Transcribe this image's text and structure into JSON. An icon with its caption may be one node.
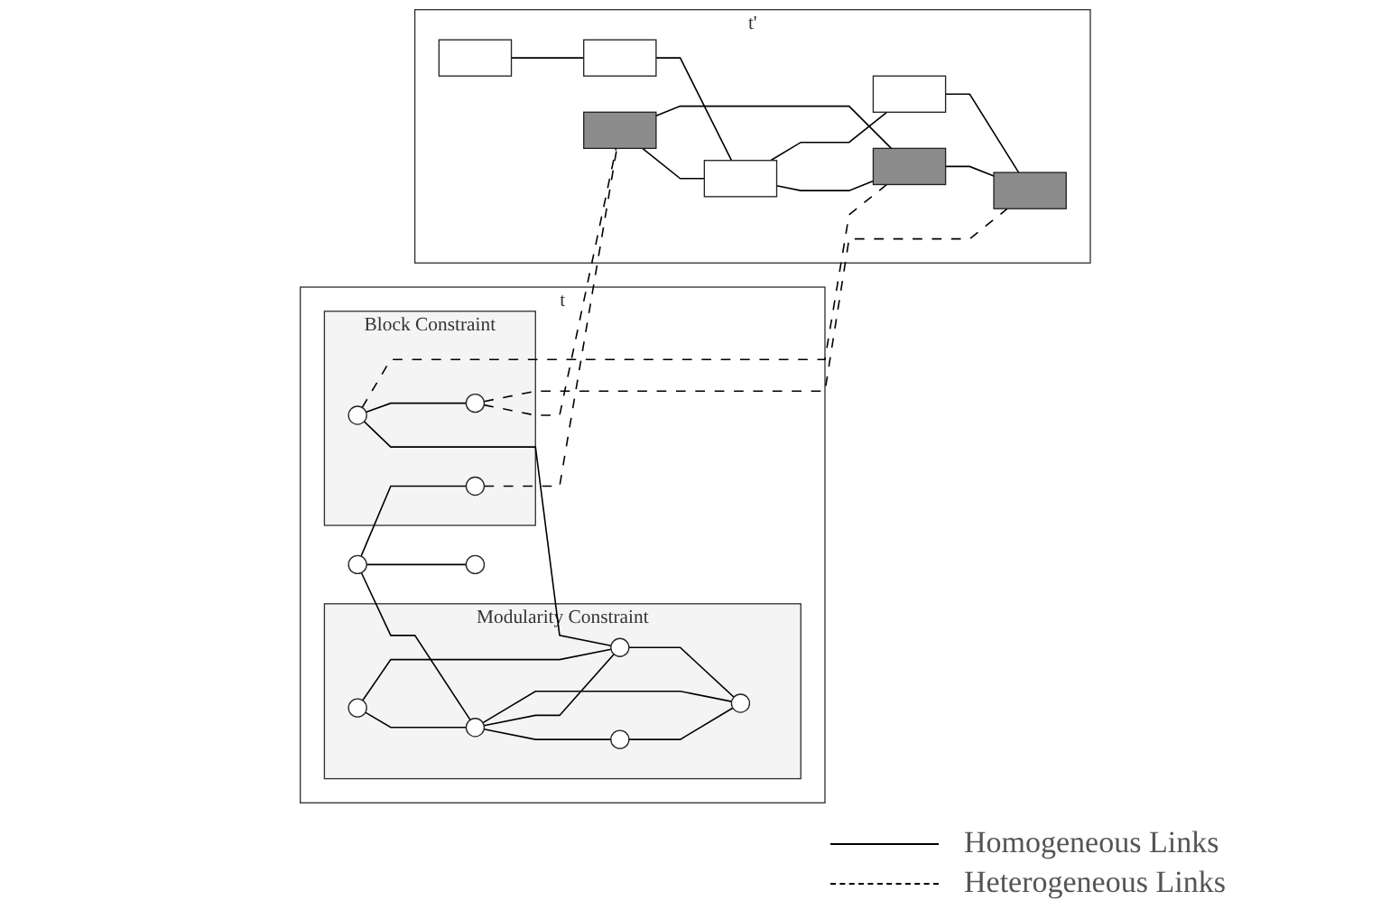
{
  "diagram": {
    "nodes": [
      {
        "text": [
          "t"
        ]
      },
      {
        "text": [
          "Modularity Constraint"
        ],
        "in": 0
      },
      {
        "text": [
          "Block Constraint"
        ],
        "in": 0
      },
      {
        "text": [],
        "shape": "circle",
        "in": 0
      },
      {
        "text": [],
        "shape": "circle",
        "in": 0
      },
      {
        "text": [],
        "shape": "circle",
        "in": 1
      },
      {
        "text": [],
        "shape": "circle",
        "in": 1
      },
      {
        "text": [],
        "shape": "circle",
        "in": 1
      },
      {
        "text": [],
        "shape": "circle",
        "in": 1
      },
      {
        "text": [],
        "shape": "circle",
        "in": 1
      },
      {
        "text": [],
        "shape": "circle",
        "in": 2
      },
      {
        "text": [],
        "shape": "circle",
        "in": 2
      },
      {
        "text": [],
        "shape": "circle",
        "in": 2
      },
      {
        "text": [
          "t'"
        ]
      },
      {
        "text": [],
        "shape": "box",
        "in": 13
      },
      {
        "text": [],
        "shape": "box",
        "in": 13
      },
      {
        "text": [],
        "shape": "box",
        "in": 13
      },
      {
        "text": [],
        "shape": "box",
        "in": 13
      },
      {
        "text": [],
        "shape": "box",
        "in": 13
      },
      {
        "text": [],
        "shape": "box",
        "in": 13
      },
      {
        "text": [],
        "shape": "box",
        "in": 13
      }
    ],
    "edges": [
      {
        "from": 3,
        "to": 4,
        "arrow": "none"
      },
      {
        "from": 3,
        "to": 6,
        "arrow": "none"
      },
      {
        "from": 3,
        "to": 10,
        "arrow": "none"
      },
      {
        "from": 5,
        "to": 6,
        "arrow": "none"
      },
      {
        "from": 5,
        "to": 8,
        "arrow": "none"
      },
      {
        "from": 6,
        "to": 7,
        "arrow": "none"
      },
      {
        "from": 6,
        "to": 8,
        "arrow": "none"
      },
      {
        "from": 6,
        "to": 9,
        "arrow": "none"
      },
      {
        "from": 7,
        "to": 9,
        "arrow": "none"
      },
      {
        "from": 8,
        "to": 9,
        "arrow": "none"
      },
      {
        "from": 11,
        "to": 8,
        "arrow": "none"
      },
      {
        "from": 11,
        "to": 12,
        "arrow": "none"
      },
      {
        "from": 14,
        "to": 15,
        "arrow": "none"
      },
      {
        "from": 15,
        "to": 17,
        "arrow": "none"
      },
      {
        "from": 16,
        "to": 17,
        "arrow": "none"
      },
      {
        "from": 16,
        "to": 18,
        "arrow": "none"
      },
      {
        "from": 17,
        "to": 18,
        "arrow": "none"
      },
      {
        "from": 17,
        "to": 19,
        "arrow": "none"
      },
      {
        "from": 18,
        "to": 20,
        "arrow": "none"
      },
      {
        "from": 19,
        "to": 20,
        "arrow": "none"
      },
      {
        "from": 10,
        "to": 16,
        "arrow": "none",
        "style": "dashed"
      },
      {
        "from": 11,
        "to": 18,
        "arrow": "none",
        "style": "dashed"
      },
      {
        "from": 12,
        "to": 16,
        "arrow": "none",
        "style": "dashed"
      },
      {
        "from": 12,
        "to": 20,
        "arrow": "none",
        "style": "dashed"
      }
    ],
    "legend": [
      {
        "text": "Homogeneous Links"
      },
      {
        "text": "Heterogeneous Links"
      }
    ]
  }
}
